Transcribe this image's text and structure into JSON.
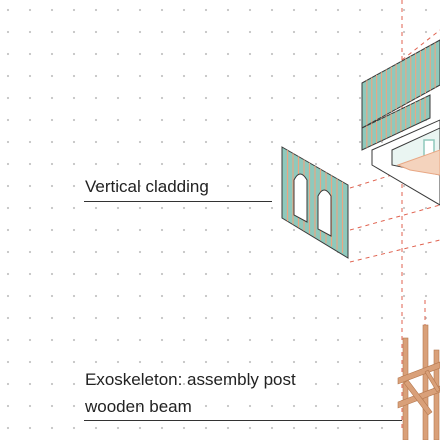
{
  "labels": {
    "vertical_cladding": "Vertical cladding",
    "exoskeleton_line1": "Exoskeleton: assembly post",
    "exoskeleton_line2": "wooden beam"
  },
  "colors": {
    "background": "#ffffff",
    "dot_grid": "#c4c4c4",
    "dashed_guide": "#e0624f",
    "cladding_panel": "#8fc9bc",
    "cladding_stripe": "#e8a784",
    "outline": "#3a3a3a",
    "timber": "#d9a079",
    "leader_line": "#333333"
  },
  "icons": {
    "grid": "dot-grid-background"
  }
}
